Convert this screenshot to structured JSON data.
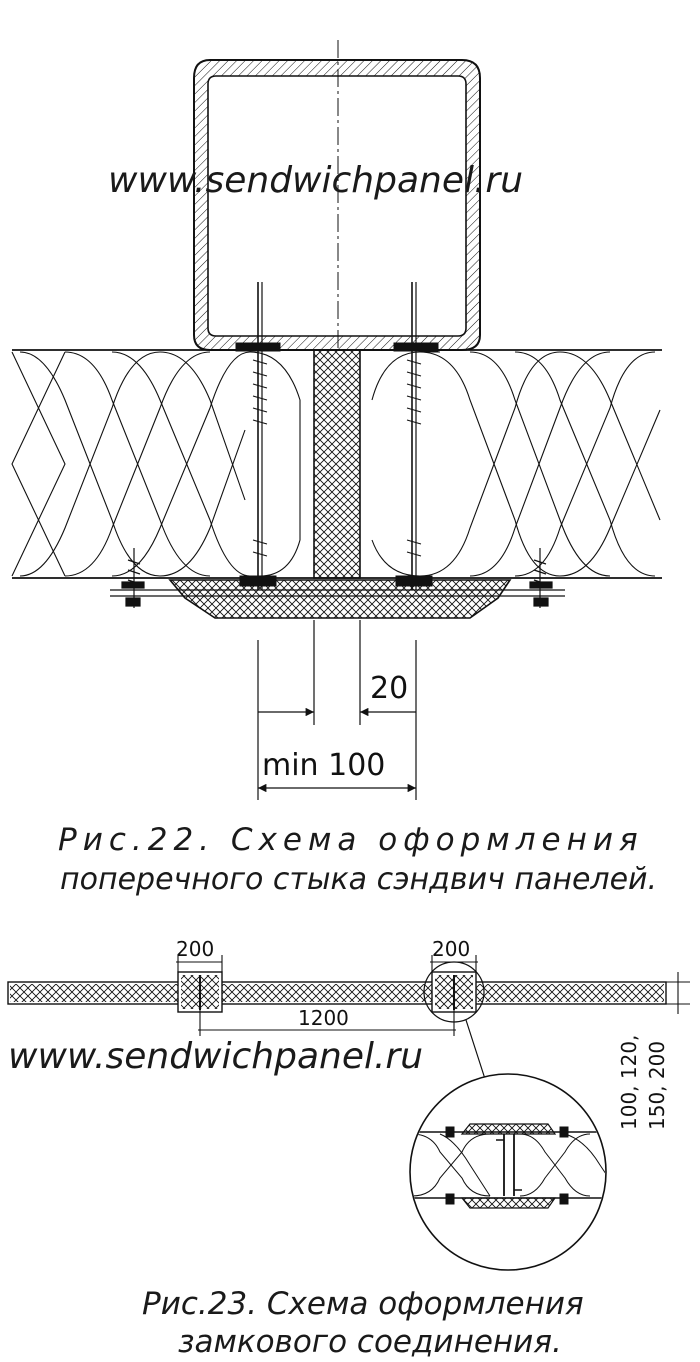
{
  "watermark": "www.sendwichpanel.ru",
  "figure22": {
    "caption_line1": "Рис.22. Схема оформления",
    "caption_line2": "поперечного стыка сэндвич панелей.",
    "dim_small": "20",
    "dim_large": "min 100"
  },
  "figure23": {
    "caption_line1": "Рис.23. Схема оформления",
    "caption_line2": "замкового соединения.",
    "dim_left_lock": "200",
    "dim_right_lock": "200",
    "dim_span": "1200",
    "dim_thickness_line1": "100, 120,",
    "dim_thickness_line2": "150, 200"
  }
}
